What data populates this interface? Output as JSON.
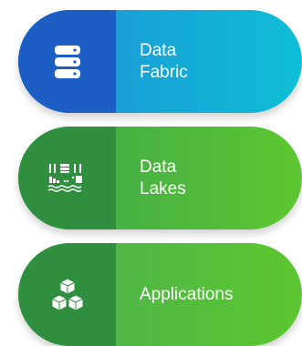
{
  "layers": [
    {
      "name": "fabric",
      "label_lines": [
        "Data",
        "Fabric"
      ],
      "icon": "database-icon"
    },
    {
      "name": "lakes",
      "label_lines": [
        "Data",
        "Lakes"
      ],
      "icon": "data-lake-icon"
    },
    {
      "name": "applications",
      "label_lines": [
        "Applications"
      ],
      "icon": "cubes-icon"
    }
  ],
  "colors": {
    "fabric_cap": "#1c5ec4",
    "fabric_gradient": [
      "#1e8fd5",
      "#0ebed6"
    ],
    "green_cap": "#2f8f3e",
    "green_gradient": [
      "#3aa44e",
      "#5cc72f"
    ],
    "text": "#ffffff"
  }
}
